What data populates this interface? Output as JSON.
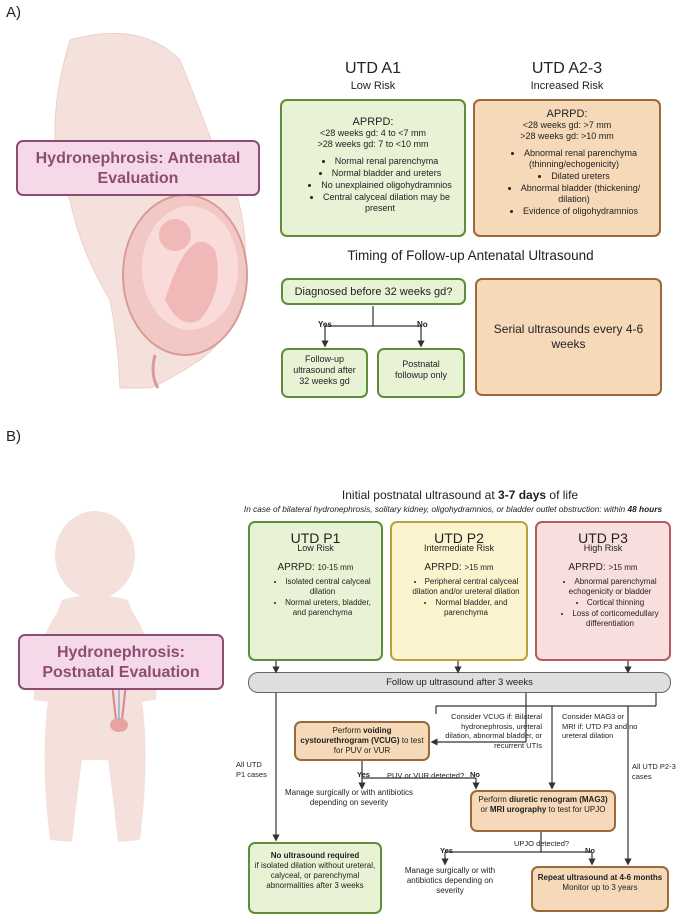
{
  "section_a": {
    "label": "A)",
    "title_box": "Hydronephrosis: Antenatal Evaluation",
    "a1": {
      "title": "UTD A1",
      "subtitle": "Low Risk",
      "aprpd_label": "APRPD:",
      "aprpd_1": "<28 weeks gd: 4 to <7 mm",
      "aprpd_2": ">28 weeks gd: 7 to <10 mm",
      "items": [
        "Normal renal parenchyma",
        "Normal bladder and ureters",
        "No unexplained oligohydramnios",
        "Central calyceal dilation may be present"
      ]
    },
    "a23": {
      "title": "UTD A2-3",
      "subtitle": "Increased Risk",
      "aprpd_label": "APRPD:",
      "aprpd_1": "<28 weeks gd: >7 mm",
      "aprpd_2": ">28 weeks gd: >10 mm",
      "items": [
        "Abnormal renal parenchyma (thinning/echogenicity)",
        "Dilated ureters",
        "Abnormal bladder (thickening/ dilation)",
        "Evidence of oligohydramnios"
      ]
    },
    "timing_title": "Timing of Follow-up Antenatal Ultrasound",
    "question": "Diagnosed before 32 weeks gd?",
    "yes": "Yes",
    "no": "No",
    "followup_after": "Follow-up ultrasound after 32 weeks gd",
    "postnatal_only": "Postnatal followup only",
    "serial": "Serial ultrasounds every 4-6 weeks"
  },
  "section_b": {
    "label": "B)",
    "title_box": "Hydronephrosis: Postnatal Evaluation",
    "initial_pre": "Initial postnatal ultrasound at ",
    "initial_bold": "3-7 days",
    "initial_post": " of life",
    "case_text": "In case of bilateral hydronephrosis, solitary kidney, oligohydramnios, or bladder outlet obstruction: within ",
    "case_bold": "48 hours",
    "p1": {
      "title": "UTD P1",
      "subtitle": "Low Risk",
      "aprpd_label": "APRPD: ",
      "aprpd_value": "10-15 mm",
      "items": [
        "Isolated central calyceal dilation",
        "Normal ureters, bladder, and parenchyma"
      ]
    },
    "p2": {
      "title": "UTD P2",
      "subtitle": "Intermediate Risk",
      "aprpd_label": "APRPD: ",
      "aprpd_value": ">15 mm",
      "items": [
        "Peripheral central calyceal dilation and/or ureteral dilation",
        "Normal bladder, and parenchyma"
      ]
    },
    "p3": {
      "title": "UTD P3",
      "subtitle": "High Risk",
      "aprpd_label": "APRPD: ",
      "aprpd_value": ">15 mm",
      "items": [
        "Abnormal parenchymal echogenicity or bladder",
        "Cortical thinning",
        "Loss of corticomedullary differentiation"
      ]
    },
    "follow_3wk": "Follow up ultrasound after 3 weeks",
    "vcug_pre": "Perform ",
    "vcug_bold": "voiding cystourethrogram (VCUG)",
    "vcug_post": " to test for PUV or VUR",
    "consider_vcug": "Consider VCUG if: Bilateral hydronephrosis, ureteral dilation, abnormal bladder, or recurrent UTIs",
    "consider_mag3": "Consider MAG3 or MRI if: UTD P3 and no ureteral dilation",
    "all_p1": "All UTD P1 cases",
    "all_p23": "All UTD P2-3 cases",
    "puv_q": "PUV or VUR detected?",
    "yes": "Yes",
    "no": "No",
    "manage_1": "Manage surgically or with antibiotics depending on severity",
    "diuretic_pre": "Perform ",
    "diuretic_bold1": "diuretic renogram (MAG3)",
    "diuretic_mid": " or ",
    "diuretic_bold2": "MRI urography",
    "diuretic_post": " to test for UPJO",
    "upjo_q": "UPJO detected?",
    "manage_2": "Manage surgically or with antibiotics depending on severity",
    "no_us_bold": "No ultrasound required",
    "no_us_text": "if isolated dilation without ureteral, calyceal, or parenchymal abnormalities after 3 weeks",
    "repeat_bold": "Repeat ultrasound at 4-6 months",
    "repeat_text": "Monitor up to 3 years"
  },
  "colors": {
    "green": "#e8f3d6",
    "orange": "#f6d9b8",
    "yellow": "#fbf4cf",
    "pink": "#f9dede",
    "plum": "#f5d9e8"
  }
}
